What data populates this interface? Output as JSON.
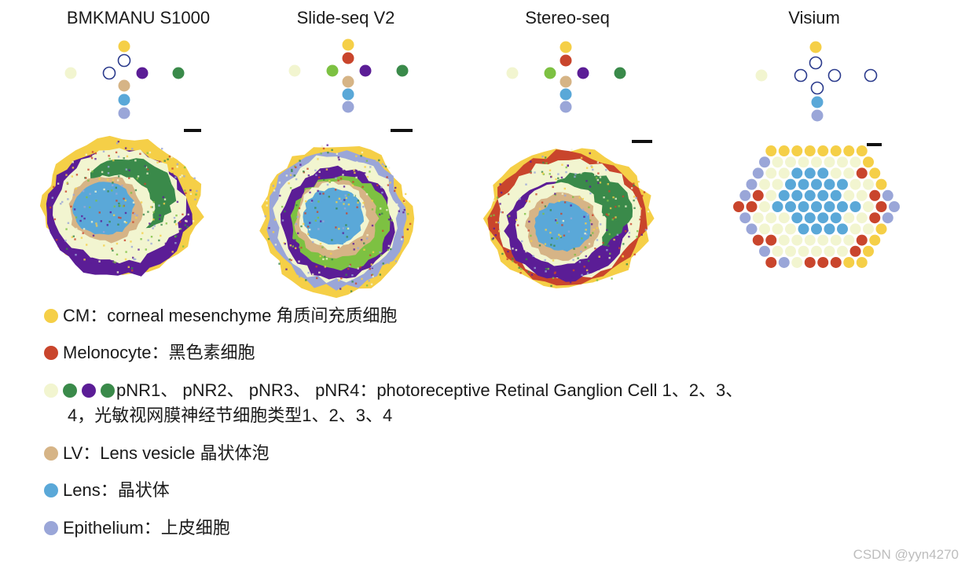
{
  "panels": [
    {
      "title": "BMKMANU S1000"
    },
    {
      "title": "Slide-seq V2"
    },
    {
      "title": "Stereo-seq"
    },
    {
      "title": "Visium"
    }
  ],
  "colors": {
    "cm": "#f5cf47",
    "melonocyte": "#c9452c",
    "pnr1": "#f2f5d0",
    "pnr2": "#7dc142",
    "pnr3": "#5b1d96",
    "pnr4": "#3a8a4a",
    "lv": "#d6b486",
    "lens": "#5aa8d8",
    "epithelium": "#9aa6d8",
    "open": "#2a3a8c"
  },
  "legend": [
    {
      "key": "cm",
      "text": "CM：corneal mesenchyme 角质间充质细胞"
    },
    {
      "key": "melonocyte",
      "text": "Melonocyte：黑色素细胞"
    },
    {
      "key": "pnr",
      "text": "pNR1、 pNR2、 pNR3、 pNR4：photoreceptive Retinal Ganglion Cell 1、2、3、",
      "text2": "4，光敏视网膜神经节细胞类型1、2、3、4"
    },
    {
      "key": "lv",
      "text": "LV：Lens vesicle 晶状体泡"
    },
    {
      "key": "lens",
      "text": "Lens：晶状体"
    },
    {
      "key": "epithelium",
      "text": "Epithelium：上皮细胞"
    }
  ],
  "watermark": "CSDN @yyn4270"
}
